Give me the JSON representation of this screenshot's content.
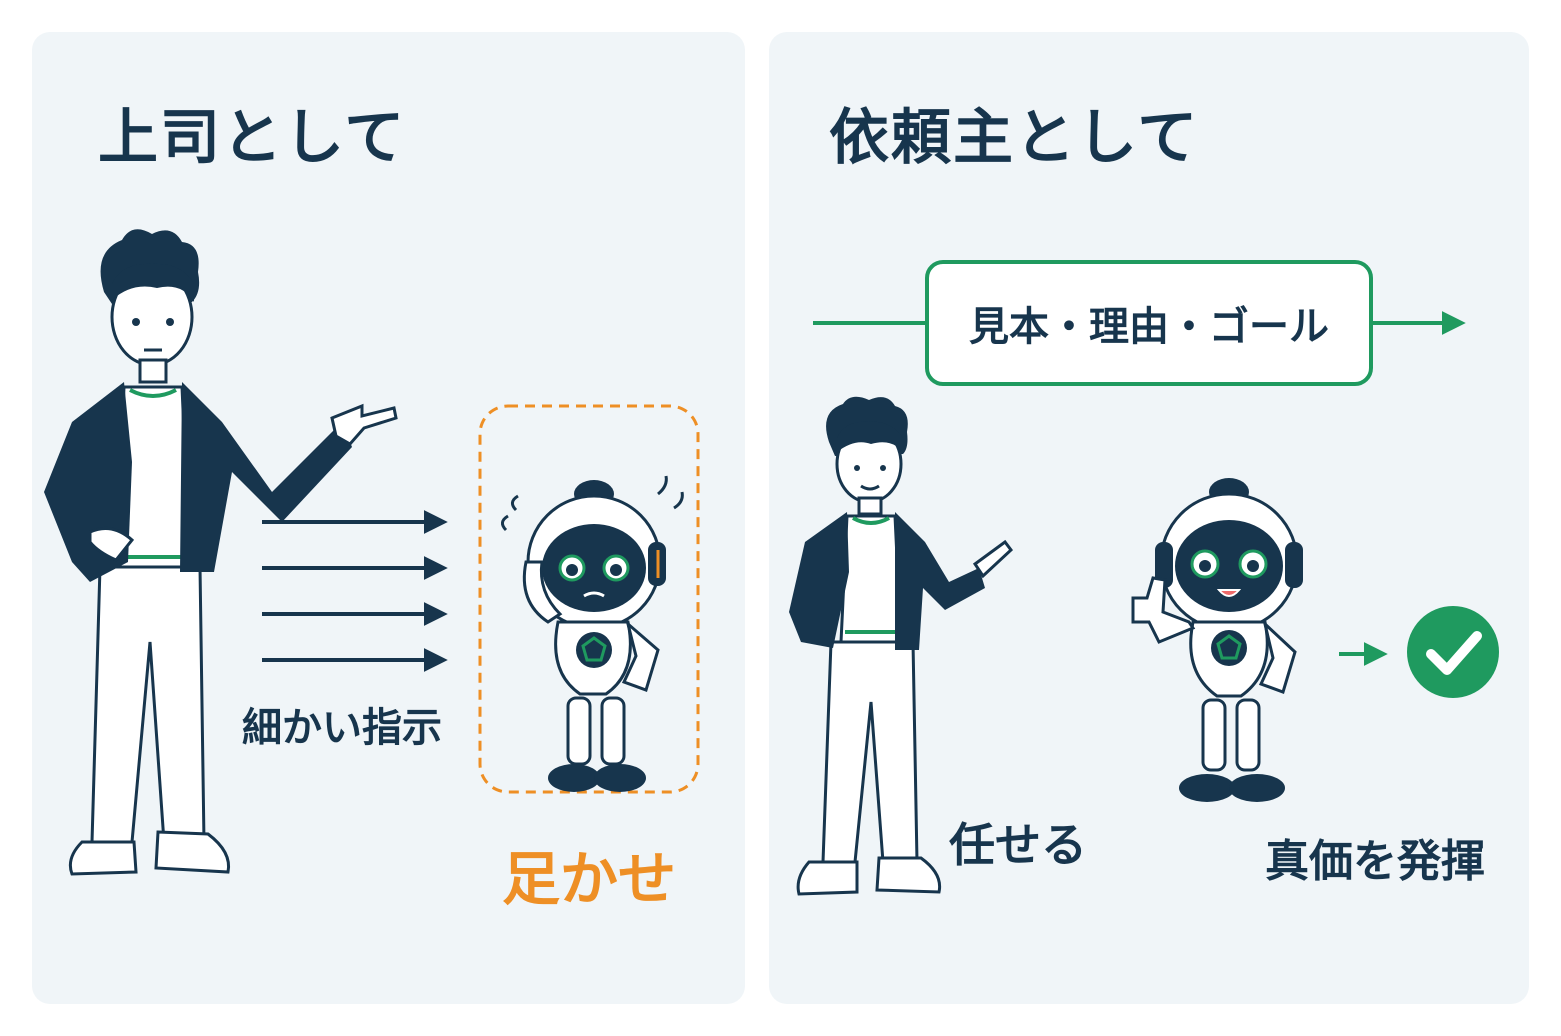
{
  "left": {
    "title": "上司として",
    "instruction_label": "細かい指示",
    "result_label": "足かせ"
  },
  "right": {
    "title": "依頼主として",
    "guidance_box": "見本・理由・ゴール",
    "delegate_label": "任せる",
    "result_label": "真価を発揮"
  },
  "colors": {
    "panel_bg": "#f0f5f8",
    "navy": "#17354d",
    "green": "#1f9a5f",
    "orange": "#ee8f25"
  },
  "icons": [
    "person-pointing-icon",
    "robot-confused-icon",
    "person-presenting-icon",
    "robot-thumbs-up-icon",
    "check-circle-icon"
  ]
}
